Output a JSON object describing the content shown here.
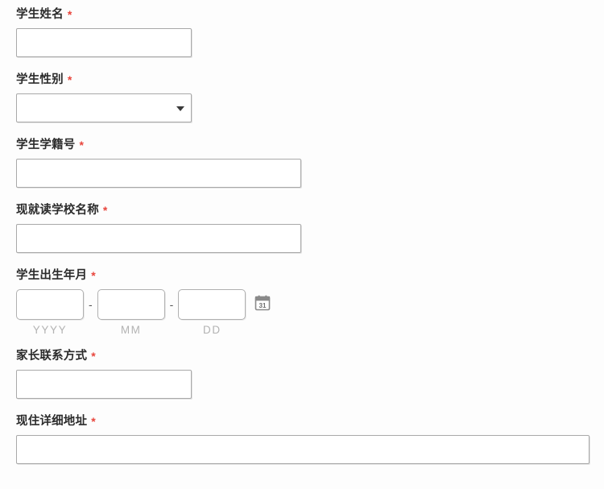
{
  "form": {
    "required_marker": "*",
    "fields": [
      {
        "name": "student-name",
        "label": "学生姓名",
        "type": "text",
        "value": "",
        "placeholder": "",
        "width": "short"
      },
      {
        "name": "student-gender",
        "label": "学生性别",
        "type": "select",
        "value": "",
        "placeholder": "",
        "width": "short"
      },
      {
        "name": "student-id-number",
        "label": "学生学籍号",
        "type": "text",
        "value": "",
        "placeholder": "",
        "width": "med"
      },
      {
        "name": "current-school-name",
        "label": "现就读学校名称",
        "type": "text",
        "value": "",
        "placeholder": "",
        "width": "med"
      },
      {
        "name": "student-birth-date",
        "label": "学生出生年月",
        "type": "date",
        "year_value": "",
        "month_value": "",
        "day_value": "",
        "year_hint": "YYYY",
        "month_hint": "MM",
        "day_hint": "DD",
        "separator": "-",
        "calendar_icon": "calendar-icon",
        "calendar_icon_day": "31"
      },
      {
        "name": "parent-contact",
        "label": "家长联系方式",
        "type": "text",
        "value": "",
        "placeholder": "",
        "width": "short"
      },
      {
        "name": "current-address",
        "label": "现住详细地址",
        "type": "text",
        "value": "",
        "placeholder": "",
        "width": "full"
      }
    ]
  },
  "colors": {
    "required_asterisk": "#e8453c",
    "label_text": "#2b2b2b",
    "input_border": "#a9a9a9",
    "hint_text": "#b3b3b3",
    "page_background": "#fdfdfd"
  }
}
